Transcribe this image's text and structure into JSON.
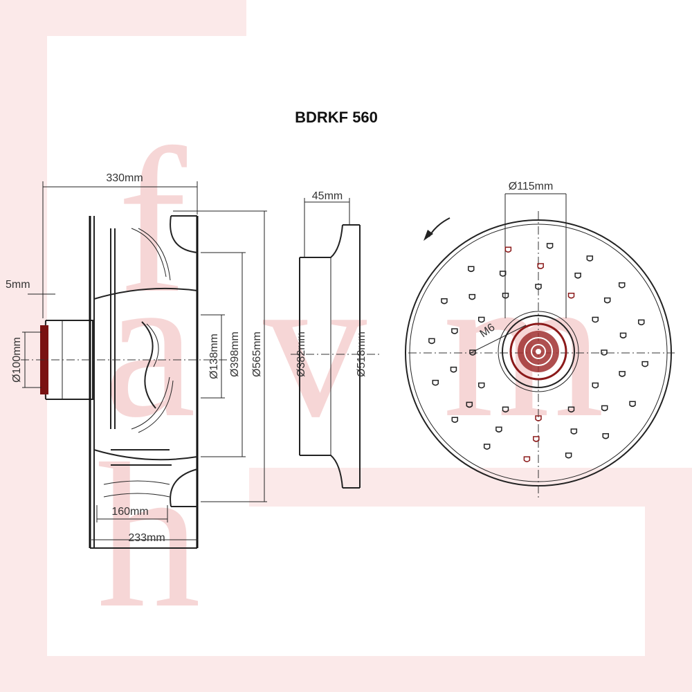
{
  "title": "BDRKF 560",
  "side_view": {
    "dim_overall_length": "330mm",
    "dim_flange": "5mm",
    "dim_hub_diameter": "Ø100mm",
    "dim_inner_diameter": "Ø138mm",
    "dim_inlet_diameter": "Ø398mm",
    "dim_outer_diameter": "Ø565mm",
    "dim_blade_width": "160mm",
    "dim_wheel_depth": "233mm"
  },
  "nozzle_view": {
    "dim_depth": "45mm",
    "dim_throat_diameter": "Ø382mm",
    "dim_outer_diameter": "Ø518mm"
  },
  "front_view": {
    "dim_bolt_circle": "Ø115mm",
    "thread_label": "M6"
  },
  "colors": {
    "line": "#222222",
    "watermark": "#f6d6d6",
    "watermark_frame": "#fbe9e9",
    "highlight": "#8b1a1a"
  }
}
